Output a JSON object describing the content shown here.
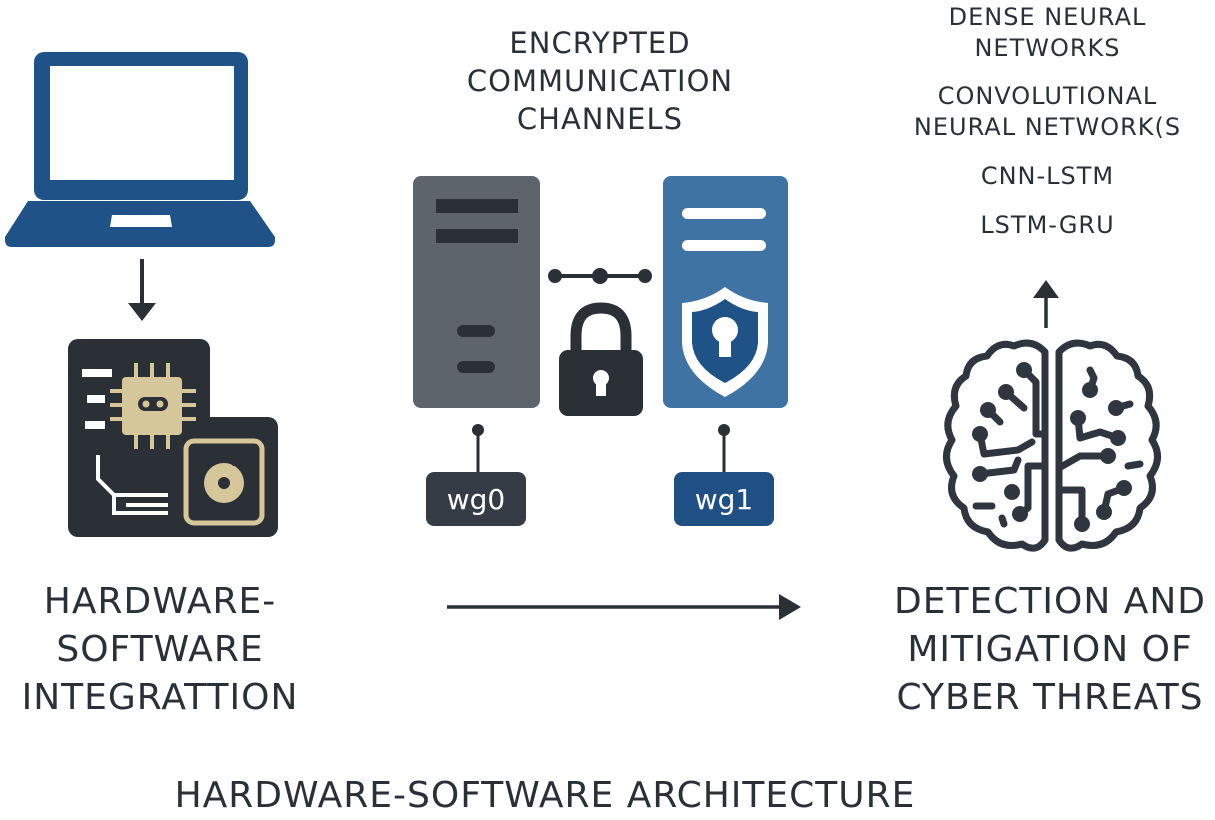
{
  "title": "HARDWARE-SOFTWARE ARCHITECTURE",
  "colors": {
    "text": "#2b3038",
    "laptop_blue": "#1f5388",
    "board_dark": "#2b2f36",
    "gold": "#d6c79a",
    "server_gray": "#5d646c",
    "server_blue": "#3f73a3",
    "tag_dark": "#353c45",
    "tag_blue": "#1f4f83"
  },
  "left": {
    "icons": [
      "laptop-icon",
      "circuit-board-icon",
      "hard-drive-icon"
    ],
    "label_lines": [
      "HARDWARE-",
      "SOFTWARE",
      "INTEGRATTION"
    ]
  },
  "center": {
    "heading_lines": [
      "ENCRYPTED",
      "COMMUNICATION",
      "CHANNELS"
    ],
    "interfaces": [
      {
        "name": "wg0"
      },
      {
        "name": "wg1"
      }
    ]
  },
  "right": {
    "models": [
      [
        "DENSE NEURAL",
        "NETWORKS"
      ],
      [
        "CONVOLUTIONAL",
        "NEURAL NETWORK(S"
      ],
      [
        "CNN-LSTM"
      ],
      [
        "LSTM-GRU"
      ]
    ],
    "label_lines": [
      "DETECTION AND",
      "MITIGATION OF",
      "CYBER THREATS"
    ]
  }
}
